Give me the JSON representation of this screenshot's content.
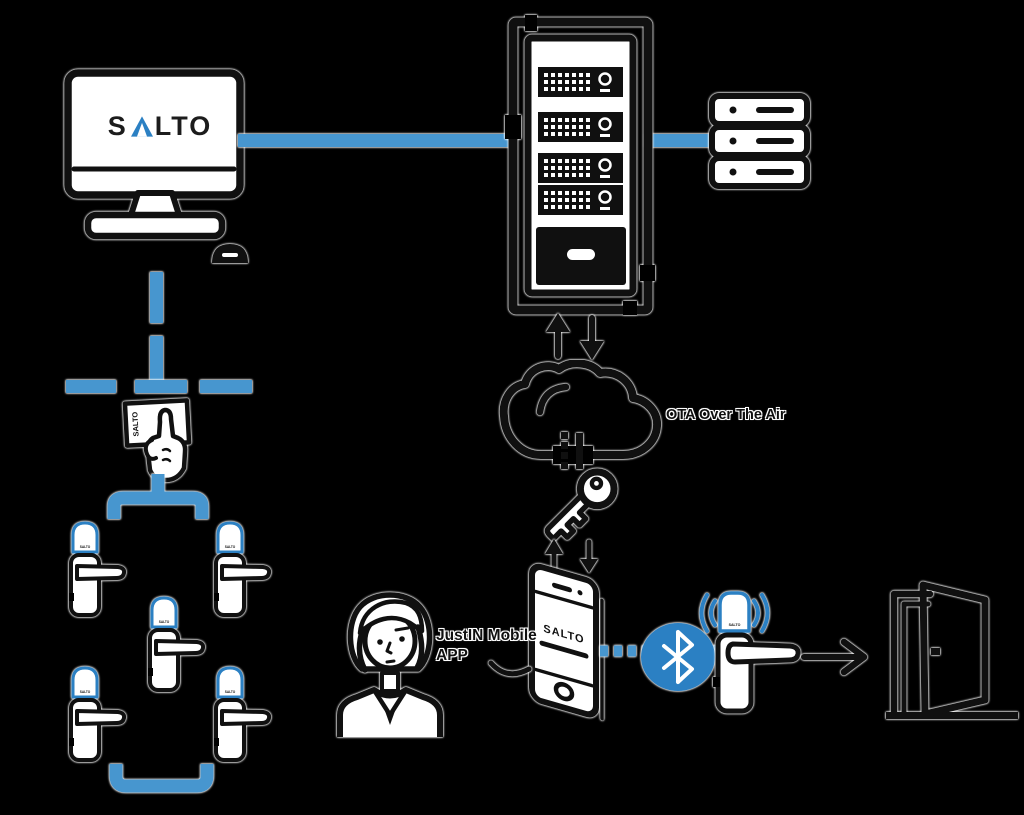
{
  "brand": "SALTO",
  "logo": {
    "prefix": "S",
    "suffix": "LTO"
  },
  "labels": {
    "ota": "OTA Over The Air",
    "app_line1": "JustIN Mobile",
    "app_line2": "APP"
  },
  "colors": {
    "background": "#000000",
    "ink": "#101010",
    "white": "#ffffff",
    "line_blue": "#4796cf",
    "icon_blue": "#2b80c3"
  },
  "icons": {
    "desktop-computer-icon": "monitor with SALTO logo, keyboard and mouse",
    "server-rack-icon": "rack cabinet with four rack units and a drawer",
    "storage-server-icon": "stack of three drive bays",
    "cloud-icon": "outline cloud (over-the-air update)",
    "sync-arrows-icon": "paired up and down arrows",
    "key-icon": "digital key delivered over the air",
    "smartphone-icon": "tilted phone with SALTO app screen",
    "user-avatar-icon": "woman user of the mobile app",
    "bluetooth-icon": "blue badge with bluetooth rune",
    "card-encoder-icon": "hand presenting a SALTO card",
    "door-lock-icon": "electronic door lock with blue reader",
    "ble-door-lock-icon": "door lock with radio waves",
    "open-door-icon": "open door",
    "access-arrow-icon": "arrow pointing to the open door"
  }
}
